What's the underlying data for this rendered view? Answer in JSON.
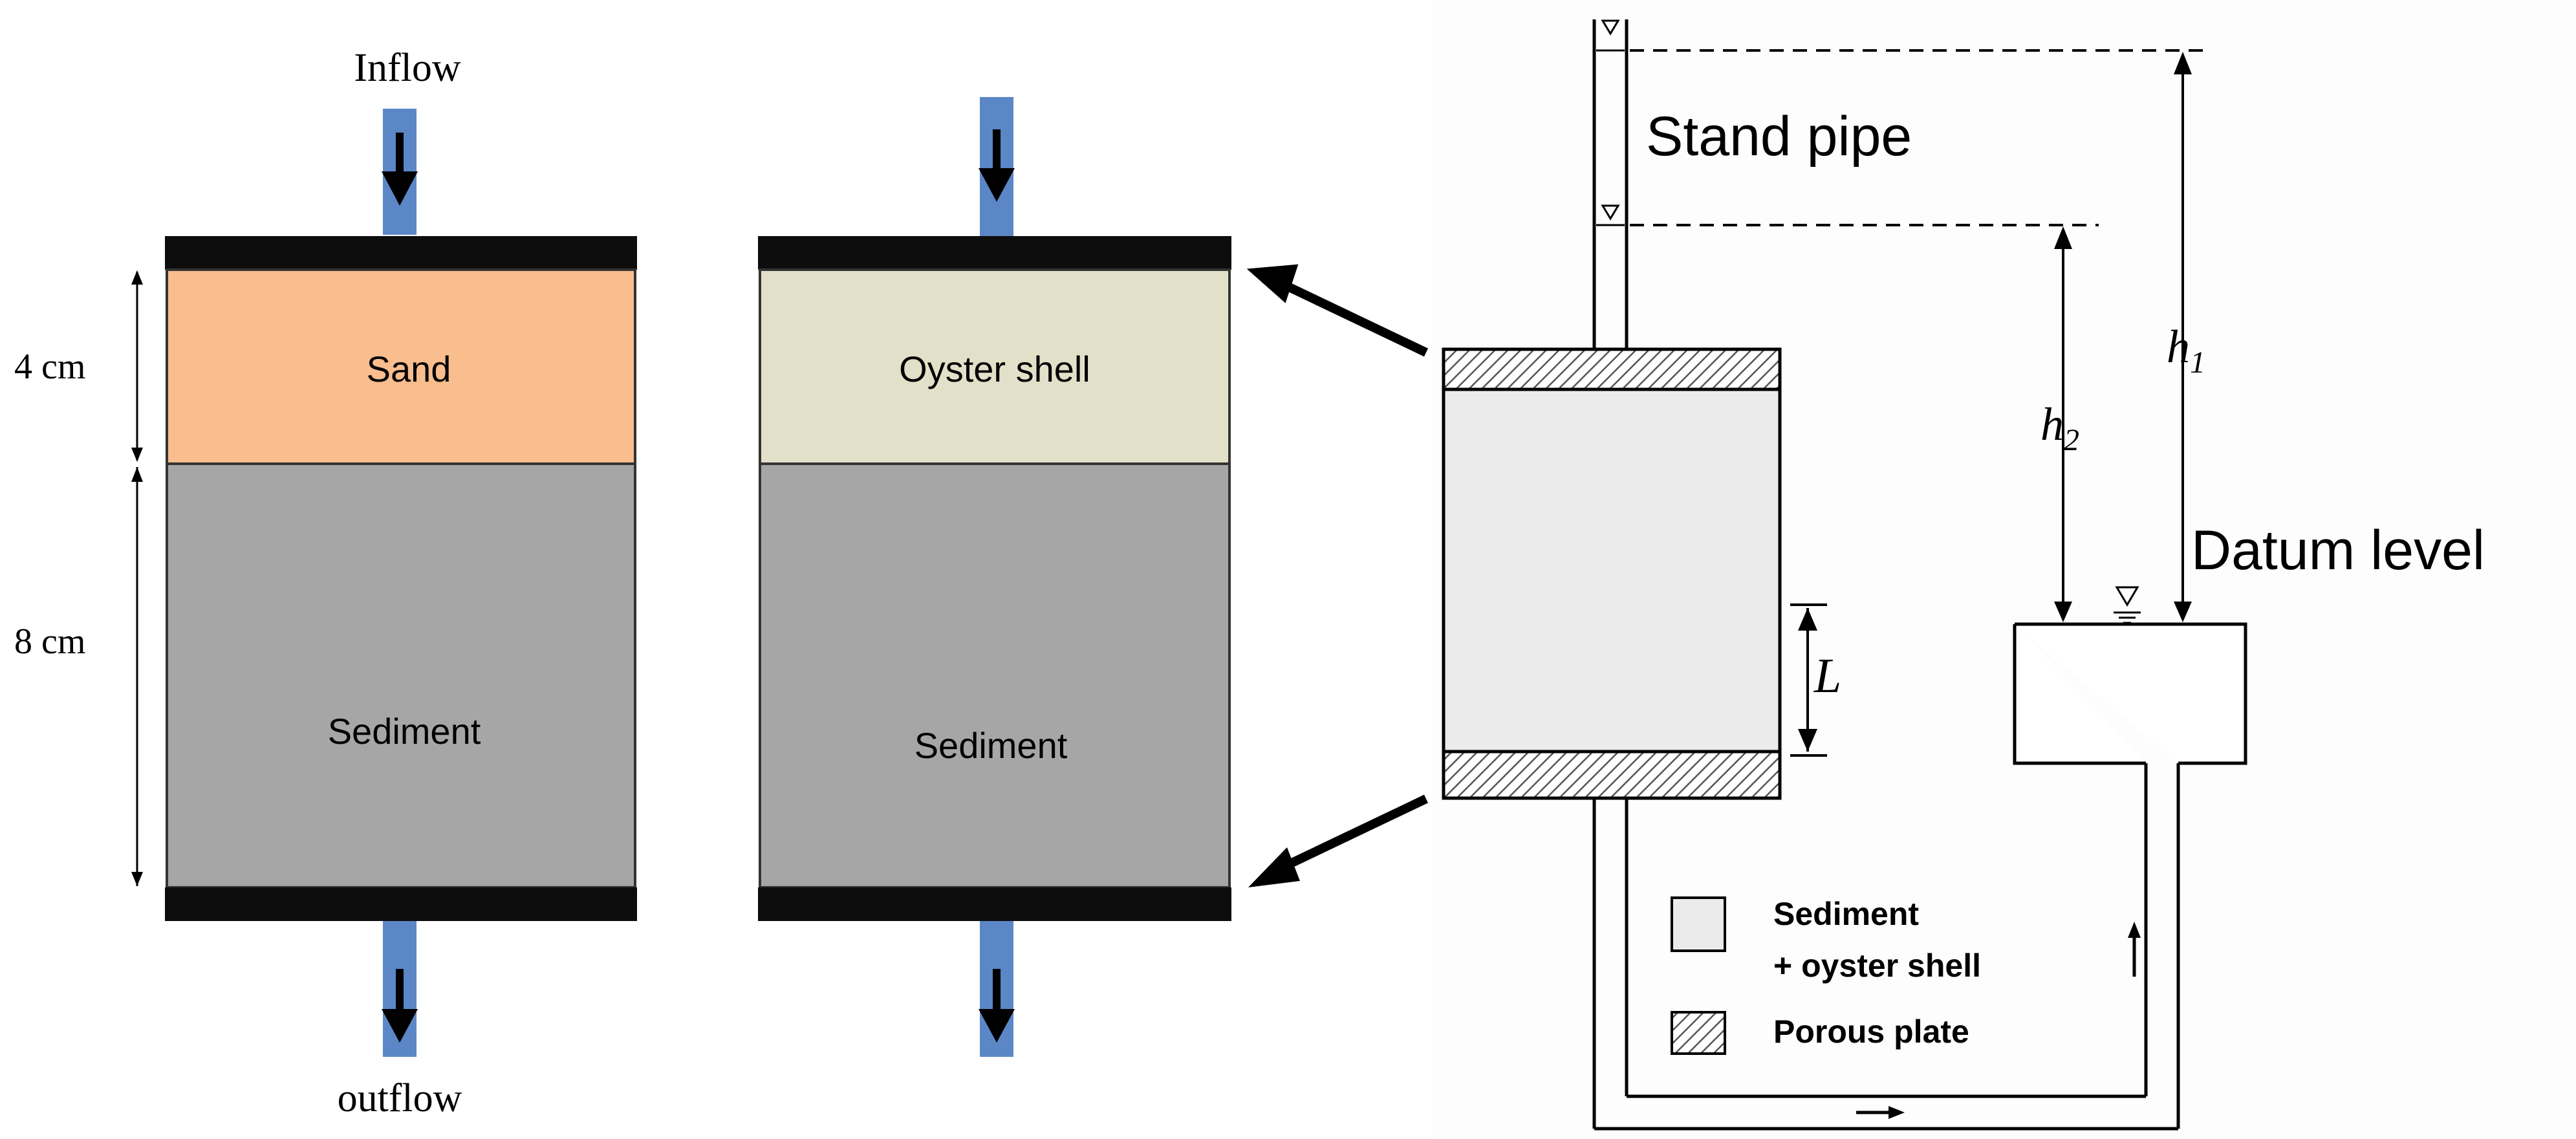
{
  "left_diagram": {
    "inflow_label": "Inflow",
    "outflow_label": "outflow",
    "top_layer_label": "Sand",
    "bottom_layer_label": "Sediment",
    "top_thickness_label": "4 cm",
    "bottom_thickness_label": "8 cm",
    "top_layer_color": "#F9BD8E"
  },
  "middle_diagram": {
    "top_layer_label": "Oyster shell",
    "bottom_layer_label": "Sediment",
    "top_layer_color": "#E3E0C9"
  },
  "apparatus": {
    "stand_pipe_label": "Stand pipe",
    "datum_label": "Datum level",
    "h1_label": "h",
    "h1_sub": "1",
    "h2_label": "h",
    "h2_sub": "2",
    "length_label": "L",
    "legend": [
      {
        "label_line1": "Sediment",
        "label_line2": "+ oyster shell",
        "swatch": "sample"
      },
      {
        "label_line1": "Porous plate",
        "label_line2": "",
        "swatch": "hatched"
      }
    ]
  },
  "colors": {
    "sediment": "#A6A6A6",
    "pipe_blue": "#5B87C7",
    "cap": "#0D0D0D",
    "sample_fill": "#EBEBEB"
  }
}
